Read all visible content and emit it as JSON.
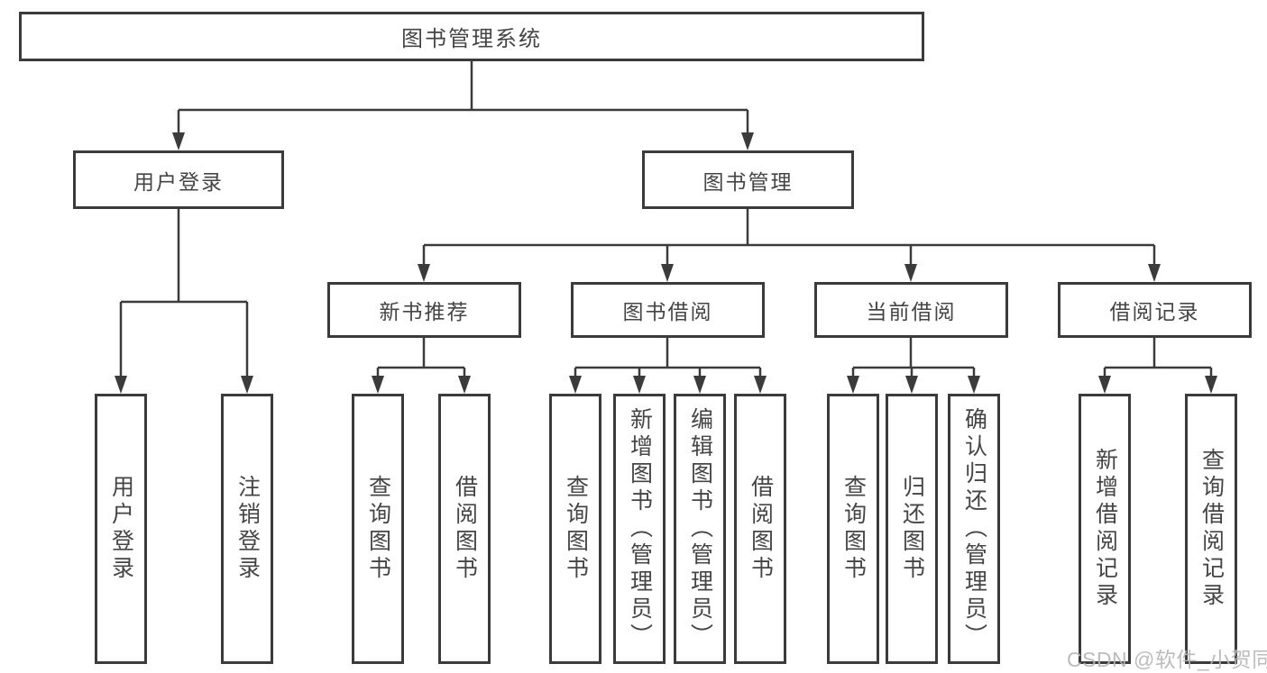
{
  "root": {
    "label": "图书管理系统"
  },
  "level2": [
    {
      "label": "用户登录"
    },
    {
      "label": "图书管理"
    }
  ],
  "level3": [
    {
      "label": "新书推荐"
    },
    {
      "label": "图书借阅"
    },
    {
      "label": "当前借阅"
    },
    {
      "label": "借阅记录"
    }
  ],
  "leaves": {
    "user_login": [
      "用户登录",
      "注销登录"
    ],
    "new_books": [
      "查询图书",
      "借阅图书"
    ],
    "book_borrow": [
      "查询图书",
      "新增图书（管理员）",
      "编辑图书（管理员）",
      "借阅图书"
    ],
    "current_borrow": [
      "查询图书",
      "归还图书",
      "确认归还（管理员）"
    ],
    "borrow_records": [
      "新增借阅记录",
      "查询借阅记录"
    ]
  },
  "watermark": {
    "text": "CSDN @软件_小贺同学"
  },
  "colors": {
    "line": "#3b3b3b",
    "text": "#454545",
    "watermark": "#b5b5b5",
    "background": "#ffffff"
  }
}
